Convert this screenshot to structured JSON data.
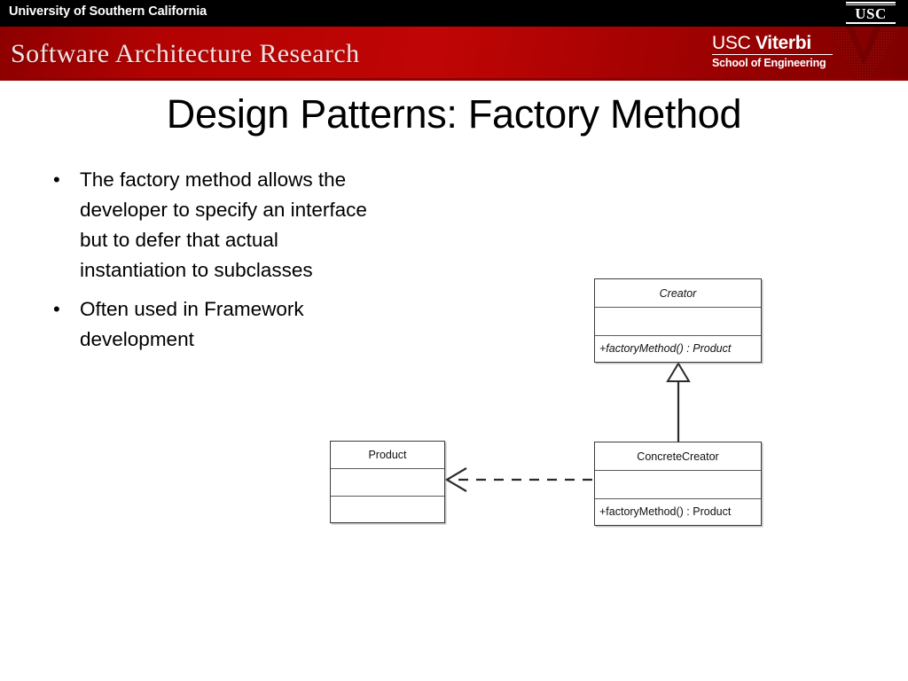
{
  "header": {
    "university": "University of Southern California",
    "usc_wordmark": "USC",
    "band_title": "Software Architecture Research",
    "viterbi": {
      "brand_usc": "USC ",
      "brand_name": "Viterbi",
      "school": "School of Engineering"
    },
    "colors": {
      "black_band": "#000000",
      "red_band": "#a80000",
      "text": "#ffffff"
    }
  },
  "slide": {
    "title": "Design Patterns: Factory Method",
    "bullets": [
      {
        "marker": "•",
        "text": "The factory method allows the developer to specify an interface but to defer that actual instantiation to subclasses"
      },
      {
        "marker": "•",
        "text": "Often used in Framework development"
      }
    ]
  },
  "diagram": {
    "type": "uml-class-diagram",
    "classes": [
      {
        "id": "creator",
        "name": "Creator",
        "abstract": true,
        "attributes": "",
        "operations": "+factoryMethod() : Product"
      },
      {
        "id": "concretecreator",
        "name": "ConcreteCreator",
        "abstract": false,
        "attributes": "",
        "operations": "+factoryMethod() : Product"
      },
      {
        "id": "product",
        "name": "Product",
        "abstract": false,
        "attributes": "",
        "operations": ""
      }
    ],
    "relationships": [
      {
        "id": "generalization",
        "kind": "generalization",
        "from": "ConcreteCreator",
        "to": "Creator",
        "line": "solid",
        "arrowhead": "hollow-triangle"
      },
      {
        "id": "dependency",
        "kind": "dependency",
        "from": "ConcreteCreator",
        "to": "Product",
        "line": "dashed",
        "arrowhead": "open-arrow"
      }
    ],
    "colors": {
      "box_border": "#3a3a3a",
      "box_fill": "#ffffff",
      "line": "#2b2b2b"
    }
  }
}
